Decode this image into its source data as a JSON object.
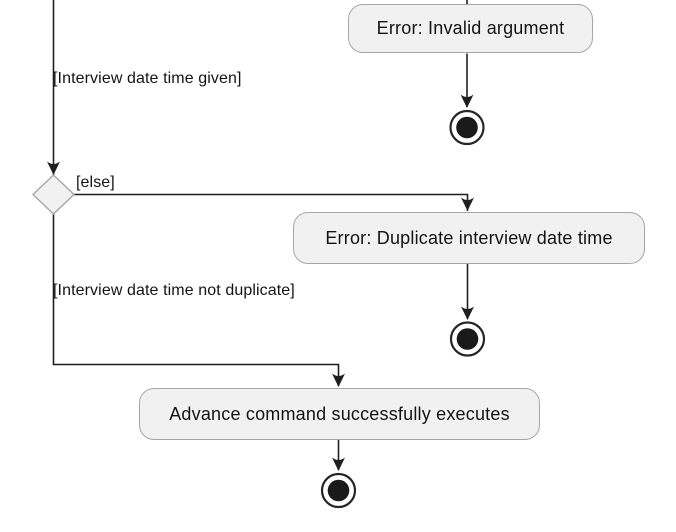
{
  "diagram": {
    "kind": "uml-activity-diagram",
    "activities": [
      {
        "id": "error-invalid-argument",
        "label": "Error: Invalid argument"
      },
      {
        "id": "error-duplicate-datetime",
        "label": "Error: Duplicate interview date time"
      },
      {
        "id": "advance-success",
        "label": "Advance command successfully executes"
      }
    ],
    "guards": [
      {
        "id": "datetime-given",
        "label": "[Interview date time given]"
      },
      {
        "id": "else",
        "label": "[else]"
      },
      {
        "id": "datetime-not-duplicate",
        "label": "[Interview date time not duplicate]"
      }
    ],
    "final_nodes_count": 3,
    "colors": {
      "background": "#ffffff",
      "activity_fill": "#f1f1f1",
      "activity_border": "#a6a6a6",
      "edge": "#1f1f1f",
      "text": "#141414",
      "final_node_dot": "#1a1a1a"
    }
  }
}
